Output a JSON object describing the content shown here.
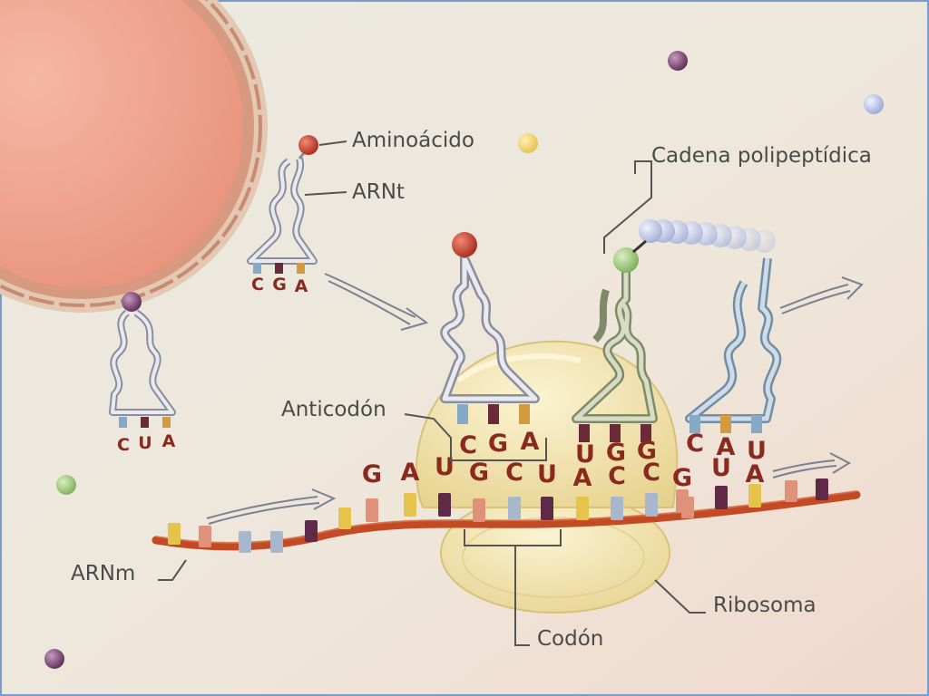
{
  "labels": {
    "aminoacido": "Aminoácido",
    "arnt": "ARNt",
    "cadena": "Cadena polipeptídica",
    "anticodon": "Anticodón",
    "arnm": "ARNm",
    "ribosoma": "Ribosoma",
    "codon": "Codón"
  },
  "trna_free_1": {
    "anticodon": [
      "C",
      "G",
      "A"
    ]
  },
  "trna_free_2": {
    "anticodon": [
      "C",
      "U",
      "A"
    ]
  },
  "trna_site_1": {
    "anticodon": [
      "C",
      "G",
      "A"
    ]
  },
  "trna_site_2": {
    "anticodon": [
      "U",
      "G",
      "G"
    ]
  },
  "trna_site_3": {
    "anticodon": [
      "C",
      "A",
      "U"
    ]
  },
  "mrna_sequence": [
    "G",
    "A",
    "U",
    "G",
    "C",
    "U",
    "A",
    "C",
    "C",
    "G",
    "U",
    "A"
  ],
  "colors": {
    "background": "#ece6dc",
    "nucleus": "#eea590",
    "ribosome": "#efe0a6",
    "mrna": "#c24a24",
    "trna_light": "#a4a8b4",
    "trna_green": "#8e9a78",
    "trna_blue": "#8aa6bc",
    "amino_red": "#c0392b",
    "amino_green": "#8fbf6a",
    "amino_purple": "#6c3a66"
  }
}
